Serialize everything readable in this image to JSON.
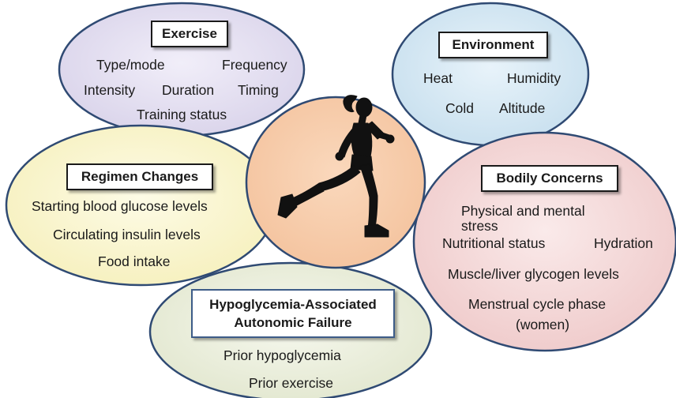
{
  "colors": {
    "exercise_fill": "#e6e2f1",
    "environment_fill": "#d8eaf4",
    "regimen_fill": "#fbf8d4",
    "bodily_fill": "#f6dcdc",
    "haaf_fill": "#eef1e2",
    "center_fill": "#f8cfb0",
    "outline": "#2f4a73"
  },
  "center": {
    "icon": "runner-icon"
  },
  "exercise": {
    "title": "Exercise",
    "type_mode": "Type/mode",
    "frequency": "Frequency",
    "intensity": "Intensity",
    "duration": "Duration",
    "timing": "Timing",
    "training_status": "Training status"
  },
  "environment": {
    "title": "Environment",
    "heat": "Heat",
    "humidity": "Humidity",
    "cold": "Cold",
    "altitude": "Altitude"
  },
  "regimen": {
    "title": "Regimen Changes",
    "starting_glucose": "Starting blood glucose levels",
    "circulating_insulin": "Circulating insulin levels",
    "food_intake": "Food intake"
  },
  "bodily": {
    "title": "Bodily Concerns",
    "physical_mental": "Physical and mental",
    "stress": "stress",
    "nutritional": "Nutritional status",
    "hydration": "Hydration",
    "glycogen": "Muscle/liver glycogen levels",
    "menstrual": "Menstrual cycle phase",
    "women": "(women)"
  },
  "haaf": {
    "title_line1": "Hypoglycemia-Associated",
    "title_line2": "Autonomic Failure",
    "prior_hypoglycemia": "Prior hypoglycemia",
    "prior_exercise": "Prior exercise"
  }
}
